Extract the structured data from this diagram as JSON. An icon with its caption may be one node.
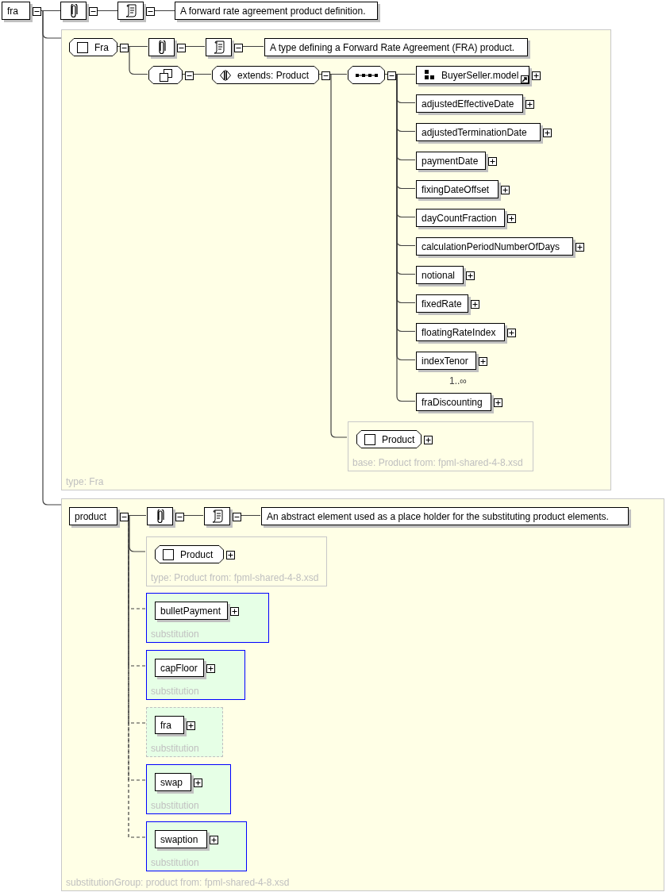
{
  "diagram": {
    "nodes": [
      {
        "text": [
          "fra"
        ]
      },
      {
        "text": [],
        "shape": "box"
      },
      {
        "text": [],
        "shape": "box"
      },
      {
        "text": [
          "A forward rate agreement product definition."
        ]
      },
      {
        "text": [
          "type: Fra"
        ]
      },
      {
        "text": [
          "Fra"
        ],
        "in": 4
      },
      {
        "text": [],
        "shape": "box",
        "in": 4
      },
      {
        "text": [],
        "shape": "box",
        "in": 4
      },
      {
        "text": [
          "A type defining a Forward Rate Agreement (FRA) product."
        ],
        "in": 4
      },
      {
        "text": [],
        "shape": "octagon",
        "in": 4
      },
      {
        "text": [
          "extends: Product"
        ],
        "in": 4
      },
      {
        "text": [],
        "shape": "octagon",
        "in": 4
      },
      {
        "text": [
          "BuyerSeller.model"
        ],
        "in": 4
      },
      {
        "text": [
          "adjustedEffectiveDate"
        ],
        "in": 4
      },
      {
        "text": [
          "adjustedTerminationDate"
        ],
        "in": 4
      },
      {
        "text": [
          "paymentDate"
        ],
        "in": 4
      },
      {
        "text": [
          "fixingDateOffset"
        ],
        "in": 4
      },
      {
        "text": [
          "dayCountFraction"
        ],
        "in": 4
      },
      {
        "text": [
          "calculationPeriodNumberOfDays"
        ],
        "in": 4
      },
      {
        "text": [
          "notional"
        ],
        "in": 4
      },
      {
        "text": [
          "fixedRate"
        ],
        "in": 4
      },
      {
        "text": [
          "floatingRateIndex"
        ],
        "in": 4
      },
      {
        "text": [
          "indexTenor"
        ],
        "in": 4,
        "beside": [
          "1..∞"
        ]
      },
      {
        "text": [
          "fraDiscounting"
        ],
        "in": 4
      },
      {
        "text": [
          "base: Product from: fpml-shared-4-8.xsd"
        ],
        "in": 4
      },
      {
        "text": [
          "Product"
        ],
        "in": 24
      },
      {
        "text": [
          "substitutionGroup: product from: fpml-shared-4-8.xsd"
        ]
      },
      {
        "text": [
          "product"
        ],
        "in": 26
      },
      {
        "text": [],
        "shape": "box",
        "in": 26
      },
      {
        "text": [],
        "shape": "box",
        "in": 26
      },
      {
        "text": [
          "An abstract element used as a place holder for the substituting product elements."
        ],
        "in": 26
      },
      {
        "text": [
          "type: Product from: fpml-shared-4-8.xsd"
        ],
        "in": 26
      },
      {
        "text": [
          "Product"
        ],
        "in": 31
      },
      {
        "text": [
          "substitution"
        ],
        "in": 26
      },
      {
        "text": [
          "bulletPayment"
        ],
        "in": 33
      },
      {
        "text": [
          "substitution"
        ],
        "in": 26
      },
      {
        "text": [
          "capFloor"
        ],
        "in": 35
      },
      {
        "text": [
          "substitution"
        ],
        "in": 26
      },
      {
        "text": [
          "fra"
        ],
        "in": 37
      },
      {
        "text": [
          "substitution"
        ],
        "in": 26
      },
      {
        "text": [
          "swap"
        ],
        "in": 39
      },
      {
        "text": [
          "substitution"
        ],
        "in": 26
      },
      {
        "text": [
          "swaption"
        ],
        "in": 41
      }
    ],
    "edges": [
      {
        "from": 0,
        "to": 1,
        "arrow": "none"
      },
      {
        "from": 1,
        "to": 2,
        "arrow": "none"
      },
      {
        "from": 2,
        "to": 3,
        "arrow": "none"
      },
      {
        "from": 0,
        "to": 4,
        "arrow": "none"
      },
      {
        "from": 0,
        "to": 26,
        "arrow": "none"
      },
      {
        "from": 5,
        "to": 6,
        "arrow": "none"
      },
      {
        "from": 6,
        "to": 7,
        "arrow": "none"
      },
      {
        "from": 7,
        "to": 8,
        "arrow": "none"
      },
      {
        "from": 5,
        "to": 9,
        "arrow": "none"
      },
      {
        "from": 9,
        "to": 10,
        "arrow": "none"
      },
      {
        "from": 10,
        "to": 11,
        "arrow": "none"
      },
      {
        "from": 10,
        "to": 24,
        "arrow": "none"
      },
      {
        "from": 11,
        "to": 12,
        "arrow": "none"
      },
      {
        "from": 11,
        "to": 13,
        "arrow": "none"
      },
      {
        "from": 11,
        "to": 14,
        "arrow": "none"
      },
      {
        "from": 11,
        "to": 15,
        "arrow": "none"
      },
      {
        "from": 11,
        "to": 16,
        "arrow": "none"
      },
      {
        "from": 11,
        "to": 17,
        "arrow": "none"
      },
      {
        "from": 11,
        "to": 18,
        "arrow": "none"
      },
      {
        "from": 11,
        "to": 19,
        "arrow": "none"
      },
      {
        "from": 11,
        "to": 20,
        "arrow": "none"
      },
      {
        "from": 11,
        "to": 21,
        "arrow": "none"
      },
      {
        "from": 11,
        "to": 22,
        "arrow": "none"
      },
      {
        "from": 11,
        "to": 23,
        "arrow": "none"
      },
      {
        "from": 27,
        "to": 28,
        "arrow": "none"
      },
      {
        "from": 28,
        "to": 29,
        "arrow": "none"
      },
      {
        "from": 29,
        "to": 30,
        "arrow": "none"
      },
      {
        "from": 27,
        "to": 31,
        "arrow": "none"
      },
      {
        "from": 33,
        "to": 27,
        "arrow": "to",
        "style": "dashed"
      },
      {
        "from": 35,
        "to": 27,
        "arrow": "to",
        "style": "dashed"
      },
      {
        "from": 37,
        "to": 27,
        "arrow": "to",
        "style": "dashed"
      },
      {
        "from": 39,
        "to": 27,
        "arrow": "to",
        "style": "dashed"
      },
      {
        "from": 41,
        "to": 27,
        "arrow": "to",
        "style": "dashed"
      }
    ]
  }
}
